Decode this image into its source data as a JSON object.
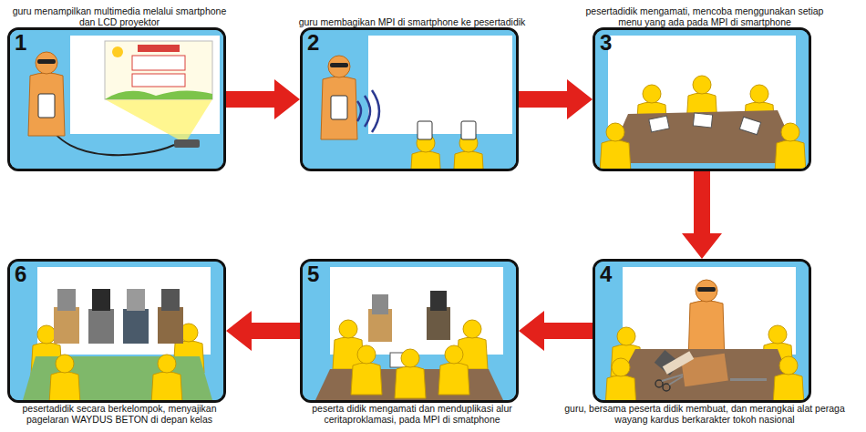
{
  "diagram": {
    "nodes": [
      {
        "text": [
          "1",
          "guru menampilkan multimedia melalui smartphone dan LCD proyektor"
        ]
      },
      {
        "text": [
          "2",
          "guru membagikan MPI di smartphone ke pesertadidik"
        ]
      },
      {
        "text": [
          "3",
          "pesertadidik mengamati, mencoba menggunakan setiap menu yang ada pada MPI di smartphone"
        ]
      },
      {
        "text": [
          "4",
          "guru, bersama peserta didik membuat, dan merangkai alat peraga wayang kardus berkarakter tokoh nasional"
        ]
      },
      {
        "text": [
          "5",
          "peserta didik mengamati dan menduplikasi alur ceritaproklamasi, pada MPI di smatphone"
        ]
      },
      {
        "text": [
          "6",
          "pesertadidik secara berkelompok, menyajikan pagelaran WAYDUS BETON di depan kelas"
        ]
      }
    ],
    "edges": [
      {
        "from": 0,
        "to": 1,
        "arrow": "to"
      },
      {
        "from": 1,
        "to": 2,
        "arrow": "to"
      },
      {
        "from": 2,
        "to": 3,
        "arrow": "to"
      },
      {
        "from": 3,
        "to": 4,
        "arrow": "to"
      },
      {
        "from": 4,
        "to": 5,
        "arrow": "to"
      }
    ]
  }
}
